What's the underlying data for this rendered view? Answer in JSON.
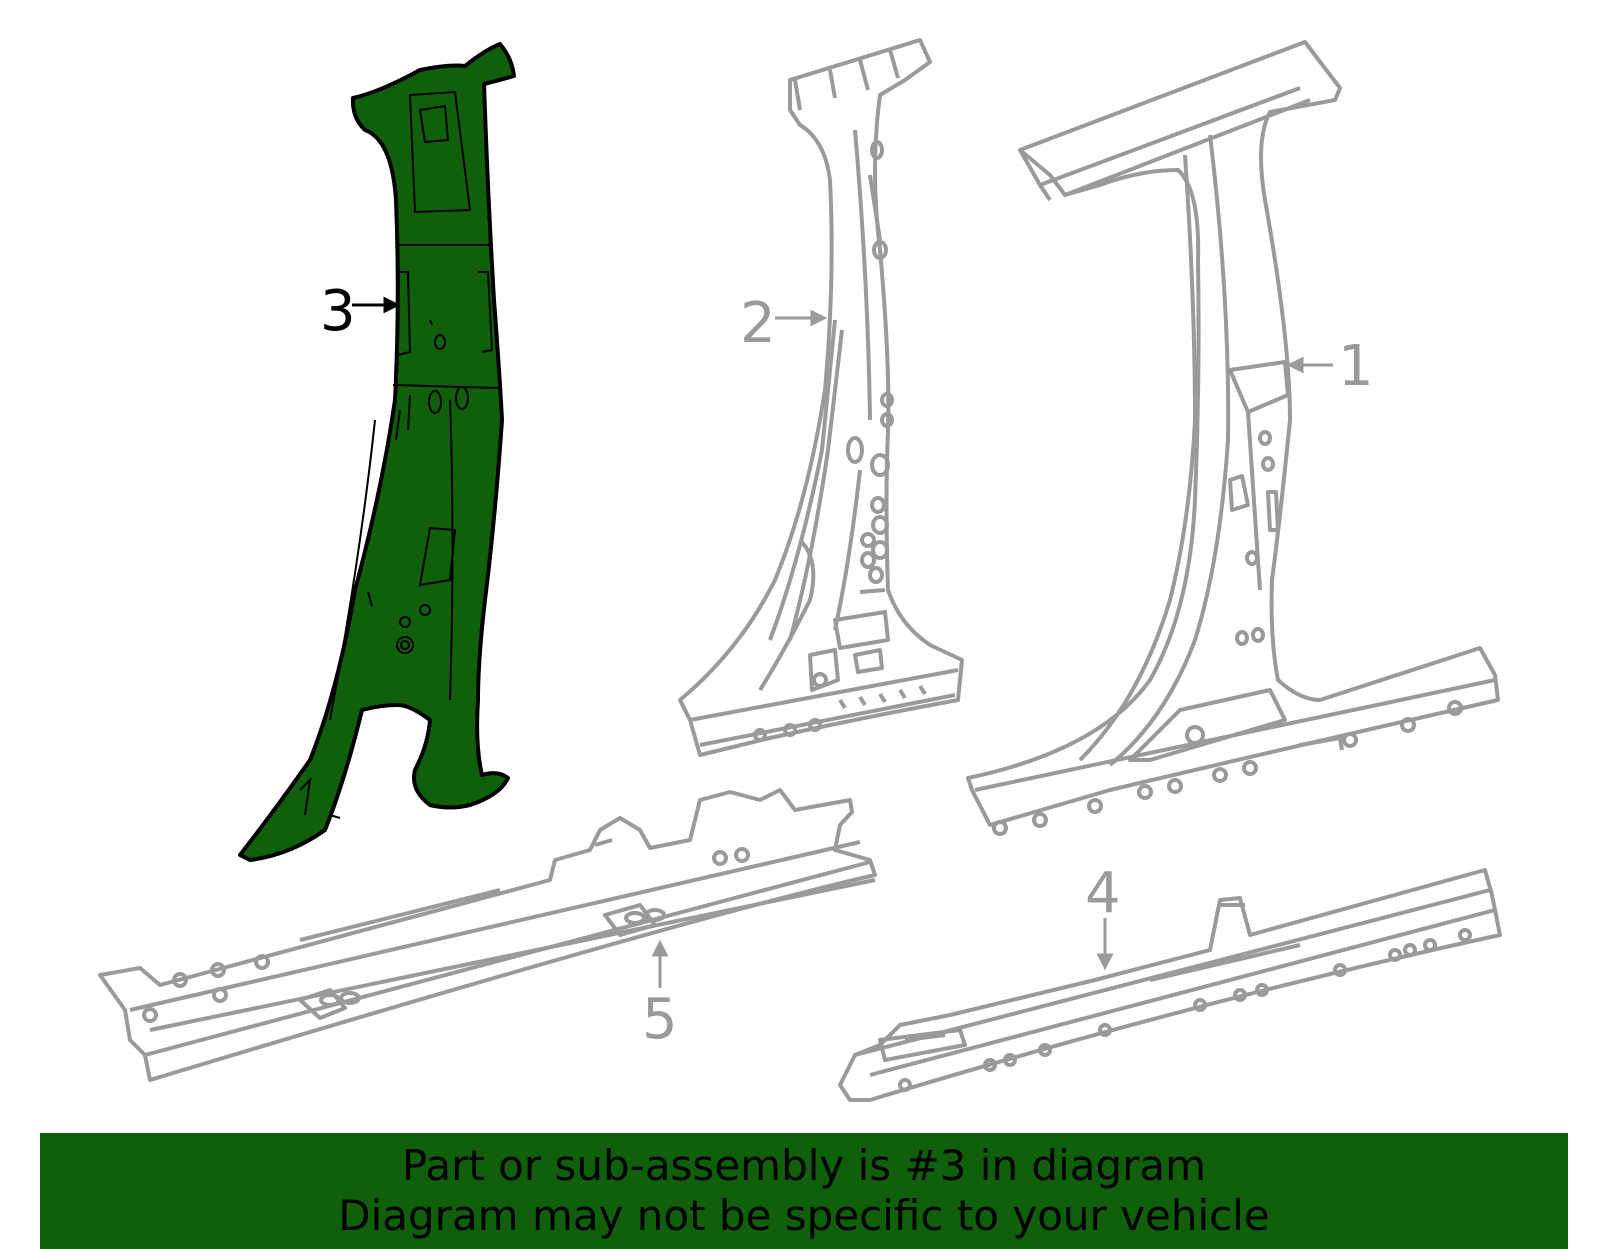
{
  "diagram": {
    "callouts": [
      {
        "id": "callout-1",
        "label": "1"
      },
      {
        "id": "callout-2",
        "label": "2"
      },
      {
        "id": "callout-3",
        "label": "3"
      },
      {
        "id": "callout-4",
        "label": "4"
      },
      {
        "id": "callout-5",
        "label": "5"
      }
    ],
    "highlighted_part": "3",
    "colors": {
      "highlight_fill": "#0f5f0b",
      "highlight_stroke": "#000000",
      "part_stroke": "#9a9a9a",
      "callout_gray": "#9a9a9a",
      "callout_active": "#000000"
    }
  },
  "banner": {
    "line1": "Part or sub-assembly is #3 in diagram",
    "line2": "Diagram may not be specific to your vehicle",
    "background": "#0f5f0b"
  }
}
